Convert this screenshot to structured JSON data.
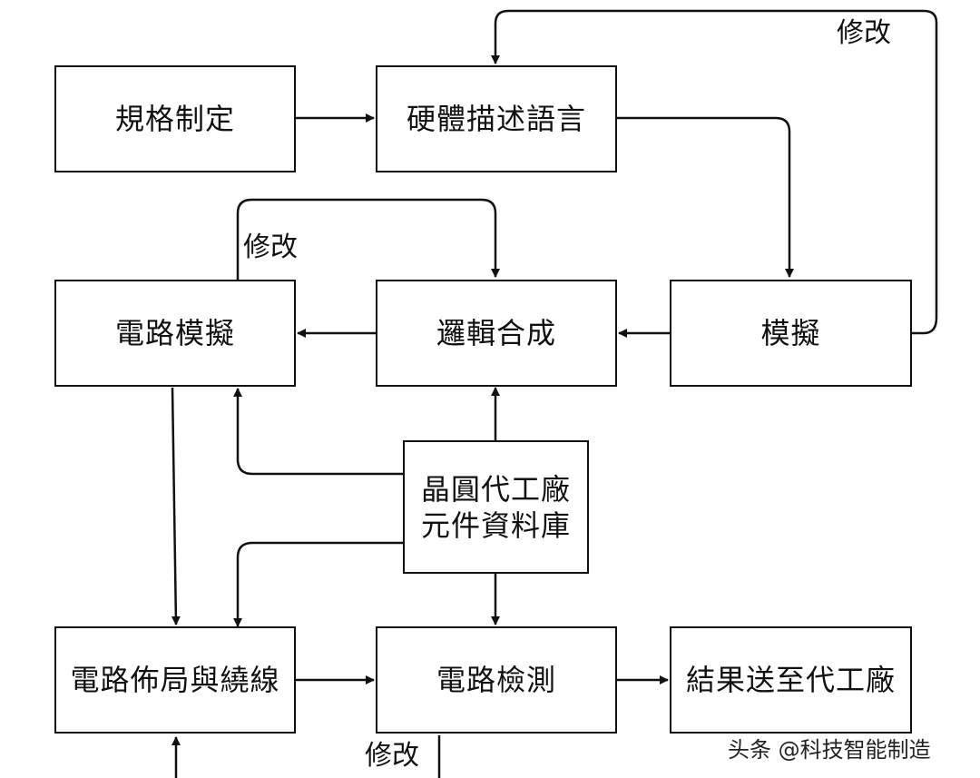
{
  "nodes": {
    "spec": "規格制定",
    "hdl": "硬體描述語言",
    "sim": "模擬",
    "synth": "邏輯合成",
    "circuit_sim": "電路模擬",
    "foundry_lib": "晶圓代工廠\n元件資料庫",
    "layout": "電路佈局與繞線",
    "check": "電路檢測",
    "send": "結果送至代工廠"
  },
  "edge_labels": {
    "modify_top": "修改",
    "modify_mid": "修改",
    "modify_bottom": "修改"
  },
  "watermark": "头条 @科技智能制造"
}
